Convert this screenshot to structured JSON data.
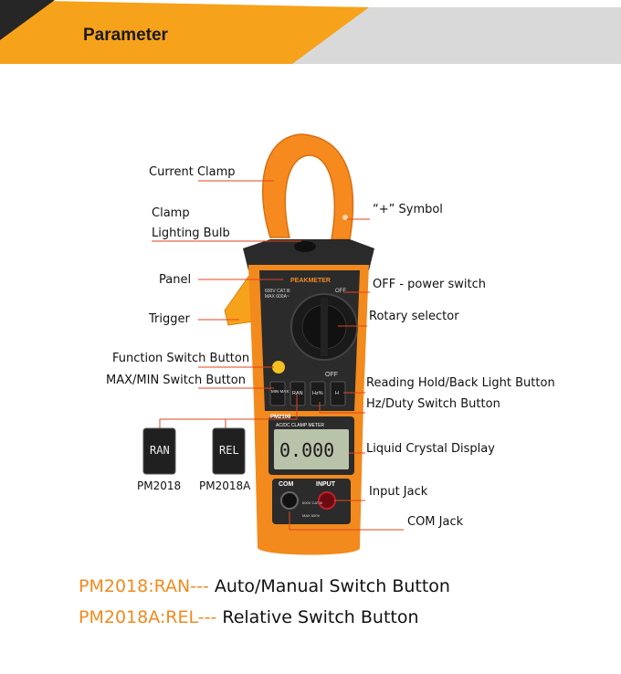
{
  "header": {
    "title": "Parameter"
  },
  "colors": {
    "orange": "#f7a21b",
    "orange_dark": "#e57d18",
    "gray": "#d8d8d8",
    "body_dark": "#2b2b2b",
    "lcd": "#b9c3a9"
  },
  "device": {
    "brand": "PEAKMETER",
    "model": "PM2108",
    "meter_title": "AC/DC CLAMP METER",
    "lcd_value": "0.000",
    "jack_com": "COM",
    "jack_input": "INPUT",
    "off_top": "OFF",
    "off_bottom": "OFF",
    "btn_maxmin": "MIN MAX",
    "btn_ran": "RAN",
    "btn_hz": "Hz%",
    "btn_hold": "H",
    "rating": "600V CAT.III",
    "max_current": "MAX 600A~",
    "jack_rating": "600V CAT.III",
    "jack_max": "MAX 600V"
  },
  "callouts": {
    "current_clamp": "Current Clamp",
    "clamp": "Clamp",
    "lighting_bulb": "Lighting Bulb",
    "panel": "Panel",
    "trigger": "Trigger",
    "function_switch": "Function Switch Button",
    "maxmin_switch": "MAX/MIN Switch Button",
    "plus_symbol": "“+” Symbol",
    "off_power": "OFF - power switch",
    "rotary": "Rotary selector",
    "reading_hold": "Reading Hold/Back Light Button",
    "hz_duty": "Hz/Duty Switch Button",
    "lcd": "Liquid Crystal Display",
    "input_jack": "Input Jack",
    "com_jack": "COM Jack"
  },
  "variants": [
    {
      "model": "PM2018",
      "button": "RAN"
    },
    {
      "model": "PM2018A",
      "button": "REL"
    }
  ],
  "legend": [
    {
      "code": "PM2018:RAN",
      "dashes": "---",
      "desc": " Auto/Manual Switch Button"
    },
    {
      "code": "PM2018A:REL",
      "dashes": "---",
      "desc": " Relative Switch Button"
    }
  ]
}
